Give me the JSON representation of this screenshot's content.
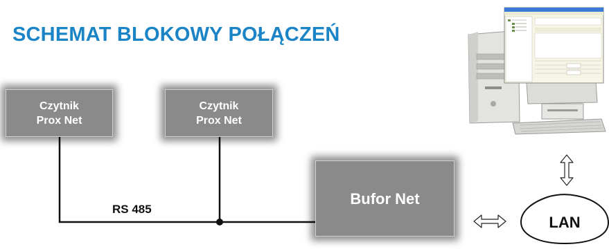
{
  "title": "SCHEMAT BLOKOWY POŁĄCZEŃ",
  "blocks": {
    "reader1": {
      "line1": "Czytnik",
      "line2": "Prox Net"
    },
    "reader2": {
      "line1": "Czytnik",
      "line2": "Prox Net"
    },
    "buffer": {
      "label": "Bufor Net"
    }
  },
  "bus_label": "RS 485",
  "lan_label": "LAN",
  "icons": {
    "computer": "computer-icon",
    "vertical_arrow": "up-down-arrow-icon",
    "horizontal_arrow": "left-right-arrow-icon"
  },
  "colors": {
    "title": "#1a84c7",
    "block_fill": "#8a8a8a",
    "line": "#111111"
  }
}
